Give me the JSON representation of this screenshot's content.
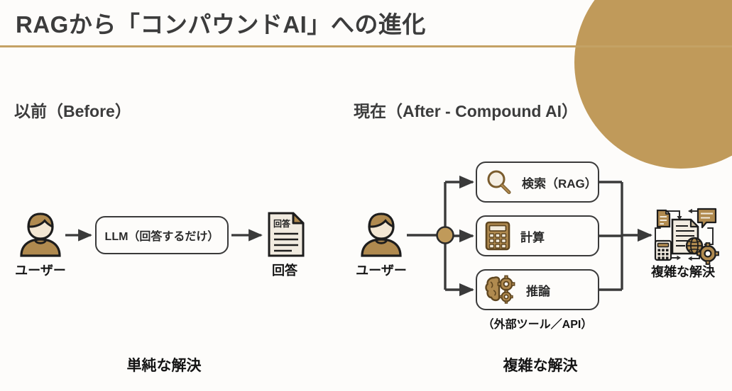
{
  "slide": {
    "title": "RAGから「コンパウンドAI」への進化",
    "background_color": "#fdfcfa",
    "accent_color": "#c09a5a",
    "rule_color": "#c4a265",
    "line_color": "#3a3a3a",
    "text_color": "#3c3c3c"
  },
  "before": {
    "heading": "以前（Before）",
    "user_label": "ユーザー",
    "process_label": "LLM（回答するだけ）",
    "output_label": "回答",
    "output_doc_text": "回答",
    "bottom_caption": "単純な解決"
  },
  "after": {
    "heading": "現在（After - Compound AI）",
    "user_label": "ユーザー",
    "tools": [
      {
        "label": "検索（RAG）",
        "icon": "magnifier-icon"
      },
      {
        "label": "計算",
        "icon": "calculator-icon"
      },
      {
        "label": "推論",
        "icon": "brain-gears-icon"
      }
    ],
    "tools_note": "（外部ツール／API）",
    "output_label": "複雑な解決",
    "bottom_caption": "複雑な解決"
  }
}
